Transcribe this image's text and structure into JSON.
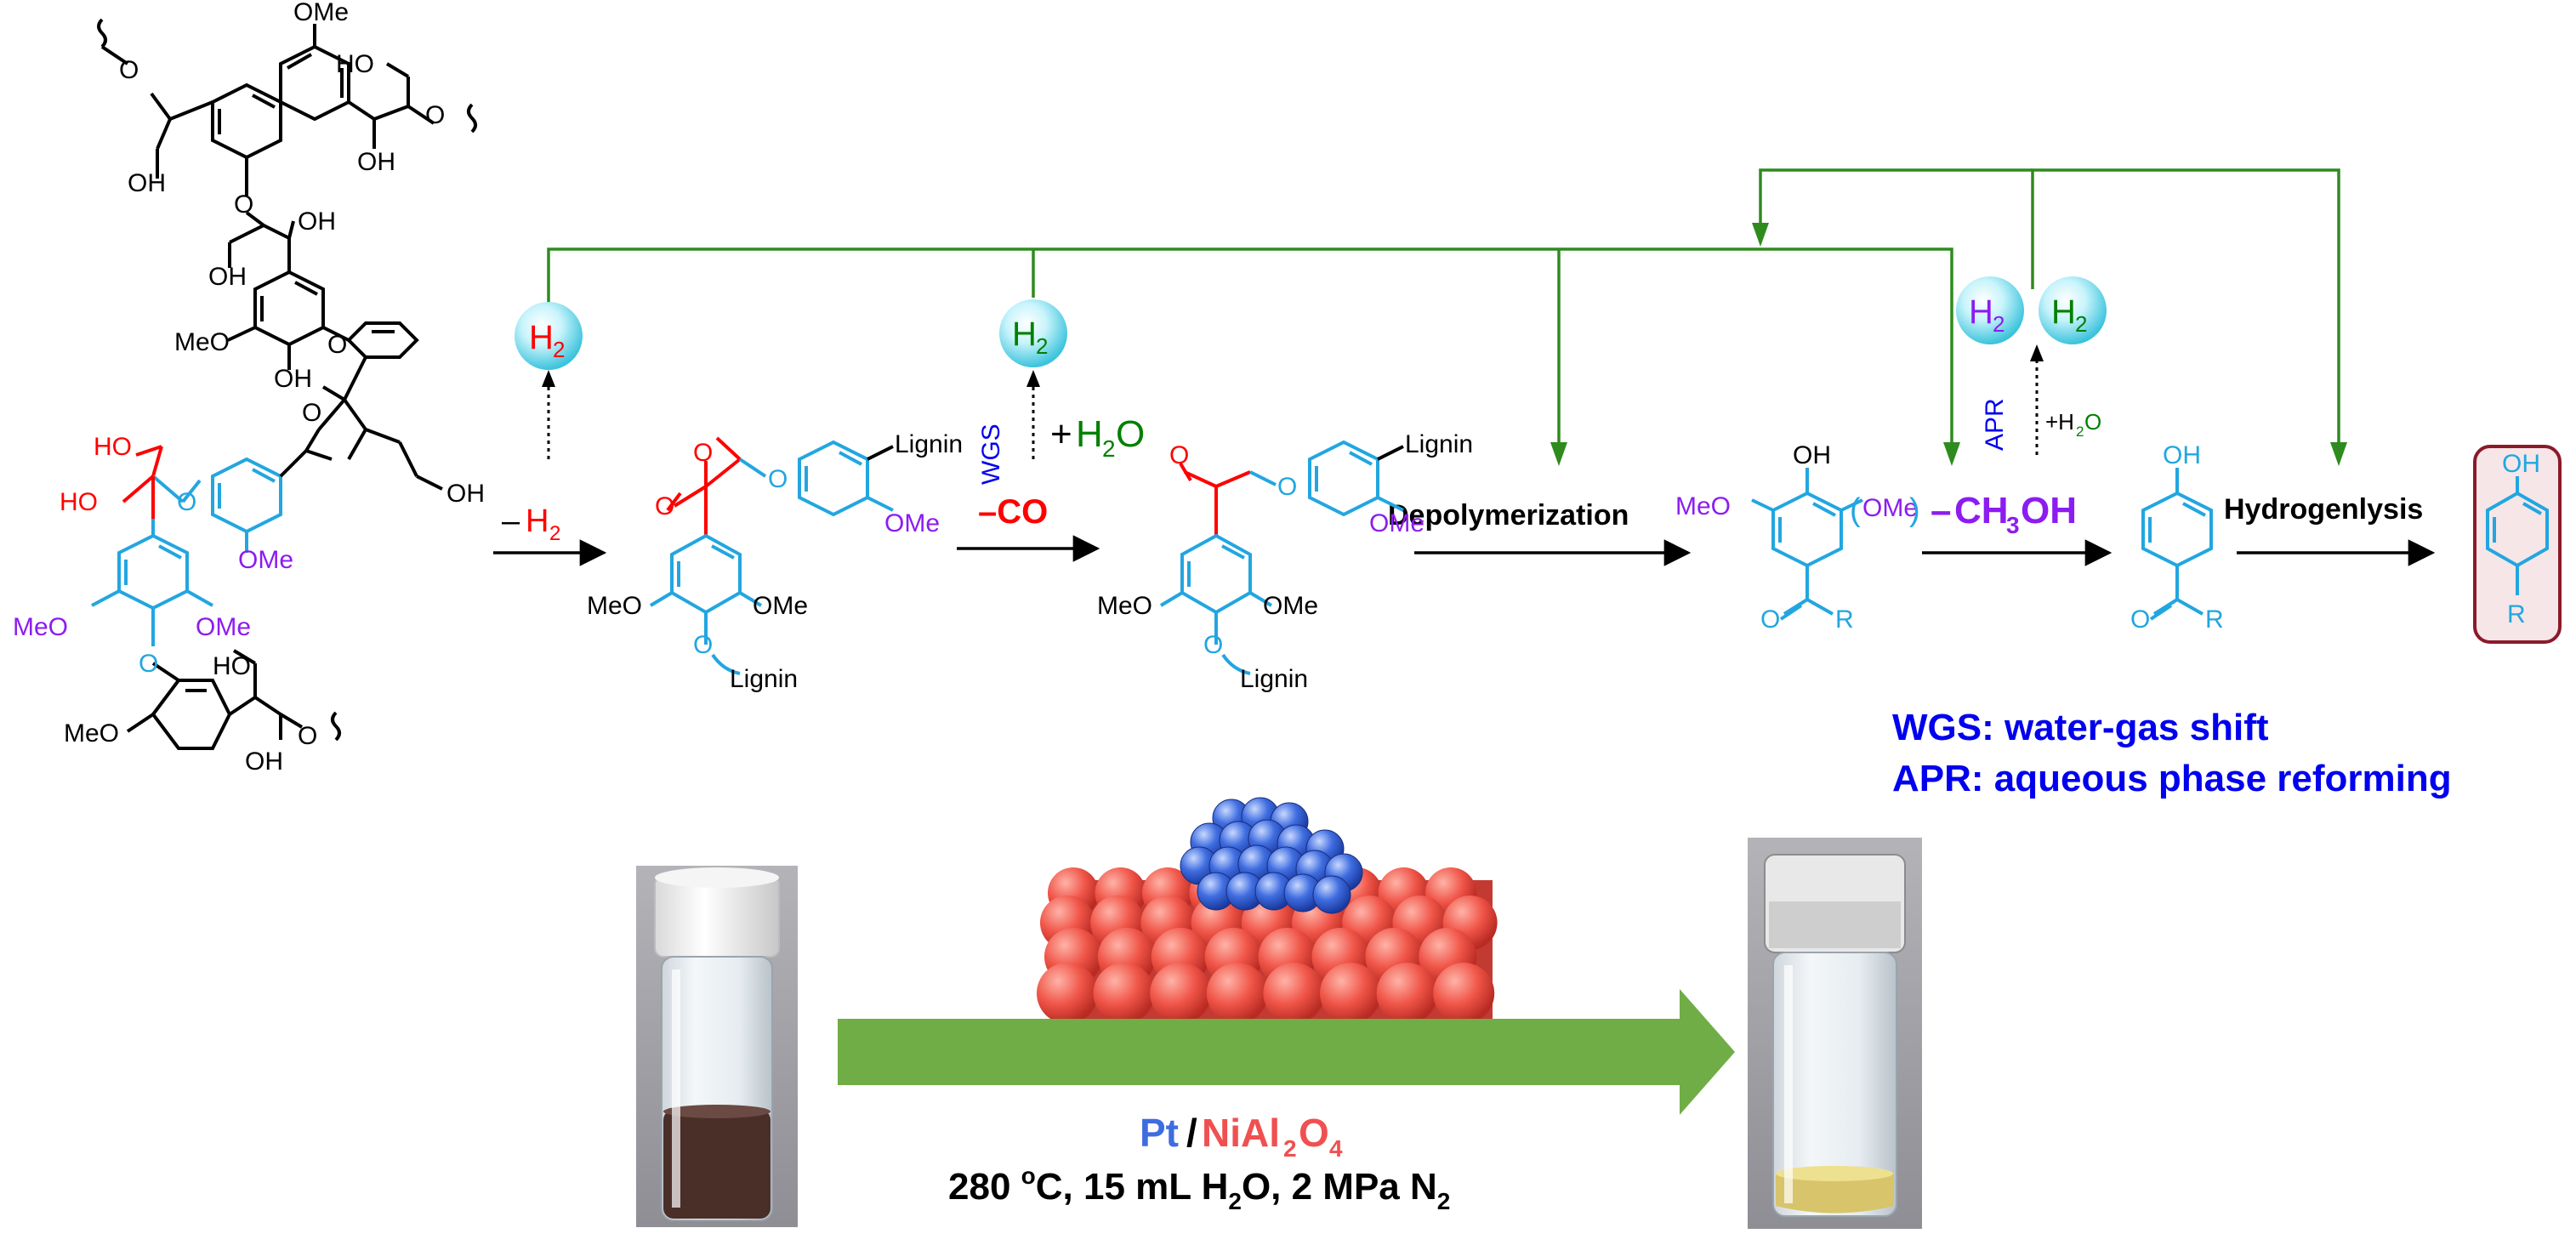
{
  "colors": {
    "black": "#000000",
    "red": "#ff0000",
    "green": "#008000",
    "blue": "#0000ee",
    "purple": "#8c1cf0",
    "cyan": "#22a6e0",
    "arrow_green": "#70ad47",
    "pt_blue": "#3f6de0",
    "support_red": "#f05050"
  },
  "lignin": {
    "ome": "OMe",
    "o": "O",
    "ho": "HO",
    "oh": "OH",
    "meo": "MeO"
  },
  "steps": {
    "minus_h2_sign": "–",
    "h2": "H",
    "h2_sub": "2",
    "wgs": "WGS",
    "plus": "+",
    "h2o_h": "H",
    "h2o_sub": "2",
    "h2o_o": "O",
    "minus_co": "–CO",
    "depolymerization": "Depolymerization",
    "minus": "–",
    "ch3oh_ch": "CH",
    "ch3oh_sub": "3",
    "ch3oh_oh": "OH",
    "apr": "APR",
    "small_h2o": "+H",
    "small_h2o_sub": "2",
    "small_h2o_o": "O",
    "hydrogenlysis": "Hydrogenlysis"
  },
  "molecules": {
    "o": "O",
    "lignin": "Lignin",
    "ome": "OMe",
    "meo": "MeO",
    "oh": "OH",
    "r": "R",
    "ome_paren": "OMe"
  },
  "legend": {
    "wgs": "WGS: water-gas shift",
    "apr": "APR: aqueous phase reforming"
  },
  "catalyst": {
    "pt": "Pt",
    "slash": "/",
    "nial": "NiAl",
    "nial_sub1": "2",
    "nial_o": "O",
    "nial_sub2": "4"
  },
  "conditions": {
    "part1": "280 ",
    "deg": "o",
    "part2": "C, 15 mL H",
    "h2o_sub": "2",
    "part3": "O, 2 MPa N",
    "n2_sub": "2"
  }
}
